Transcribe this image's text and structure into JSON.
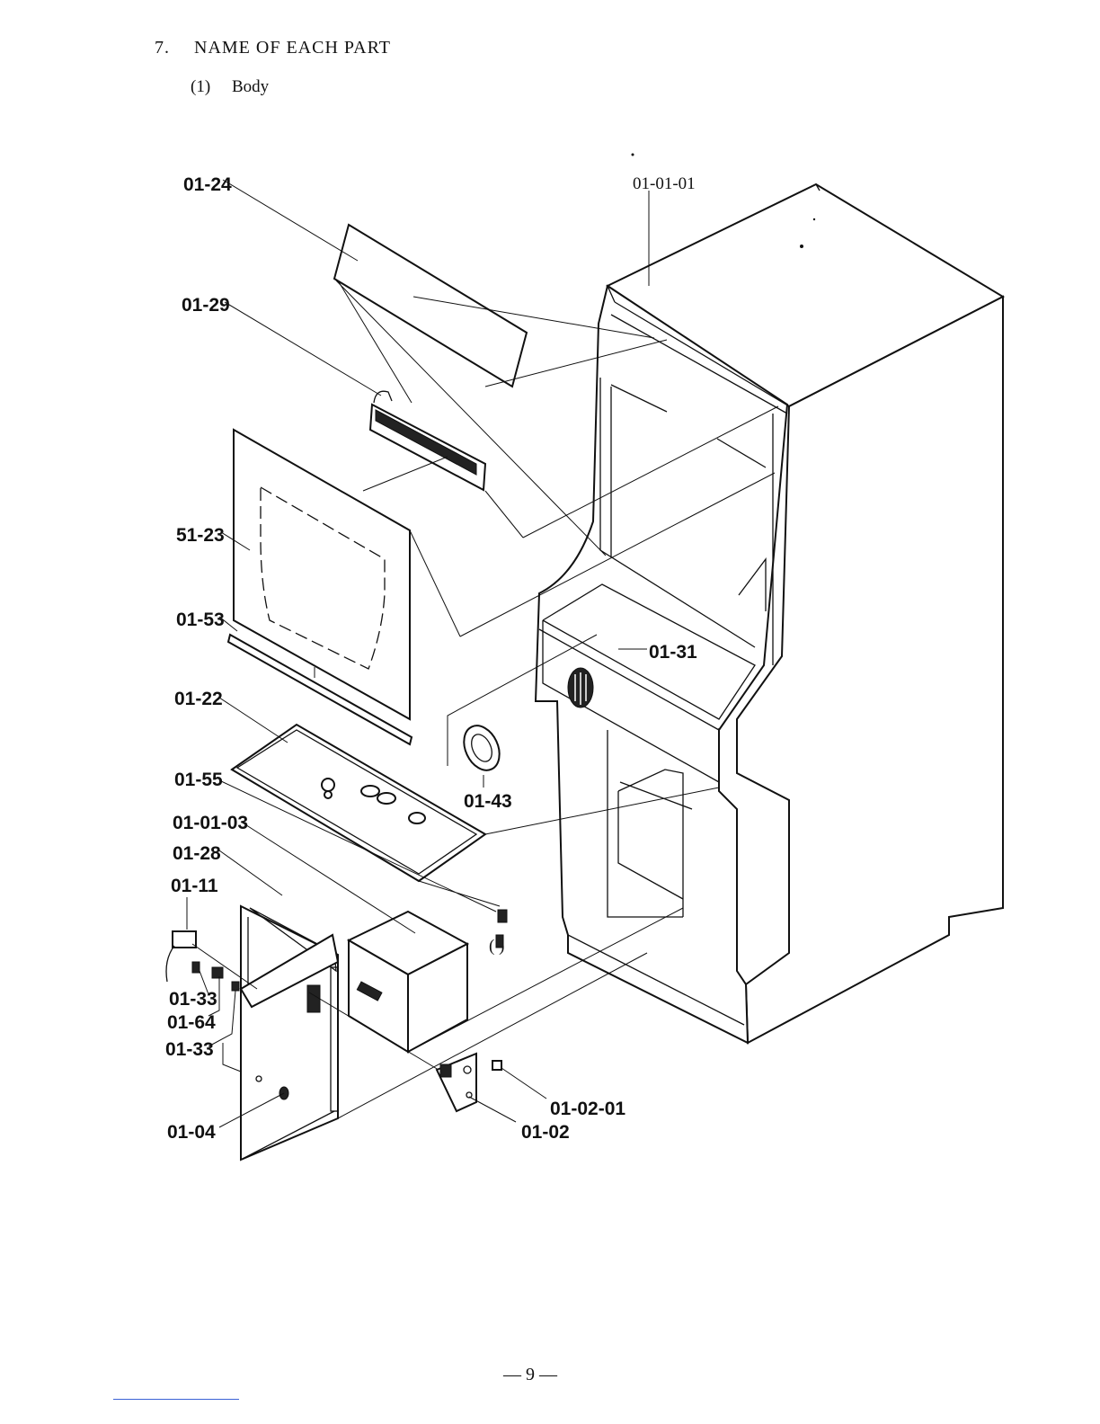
{
  "section": {
    "number": "7.",
    "title": "NAME OF EACH PART"
  },
  "subsection": {
    "number": "(1)",
    "title": "Body"
  },
  "labels": {
    "p01_24": "01-24",
    "p01_29": "01-29",
    "p51_23": "51-23",
    "p01_53": "01-53",
    "p01_22": "01-22",
    "p01_55": "01-55",
    "p01_01_03": "01-01-03",
    "p01_28": "01-28",
    "p01_11": "01-11",
    "p01_33a": "01-33",
    "p01_64": "01-64",
    "p01_33b": "01-33",
    "p01_04": "01-04",
    "p01_01_01": "01-01-01",
    "p01_31": "01-31",
    "p01_43": "01-43",
    "p01_02_01": "01-02-01",
    "p01_02": "01-02"
  },
  "page_number": "— 9 —"
}
